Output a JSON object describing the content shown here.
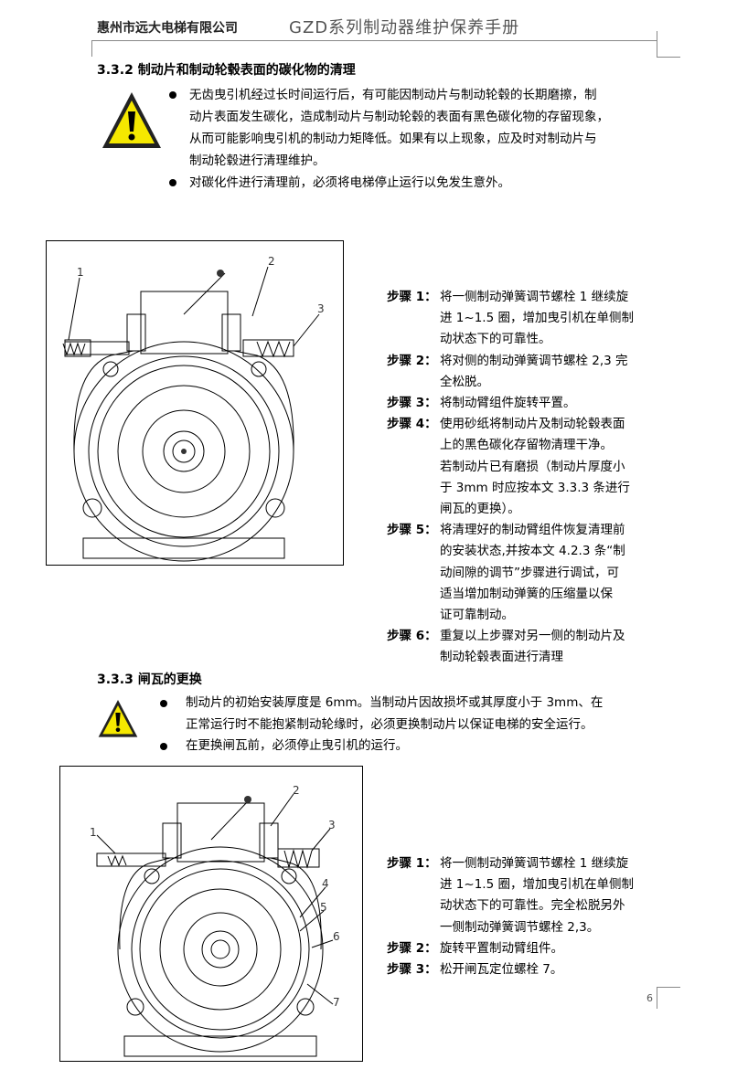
{
  "header": {
    "company": "惠州市远大电梯有限公司",
    "title": "GZD系列制动器维护保养手册"
  },
  "section_332": {
    "title": "3.3.2 制动片和制动轮毂表面的碳化物的清理",
    "bullets": [
      [
        "无齿曳引机经过长时间运行后，有可能因制动片与制动轮毂的长期磨擦，制",
        "动片表面发生碳化，造成制动片与制动轮毂的表面有黑色碳化物的存留现象，",
        "从而可能影响曳引机的制动力矩降低。如果有以上现象，应及时对制动片与",
        "制动轮毂进行清理维护。"
      ],
      [
        "对碳化件进行清理前，必须将电梯停止运行以免发生意外。"
      ]
    ],
    "figure_labels": [
      "1",
      "2",
      "3"
    ],
    "steps": [
      {
        "label": "步骤 1：",
        "lines": [
          "将一侧制动弹簧调节螺栓 1 继续旋",
          "进 1~1.5 圈，增加曳引机在单侧制",
          "动状态下的可靠性。"
        ]
      },
      {
        "label": "步骤 2：",
        "lines": [
          "将对侧的制动弹簧调节螺栓 2,3 完",
          "全松脱。"
        ]
      },
      {
        "label": "步骤 3：",
        "lines": [
          "将制动臂组件旋转平置。"
        ]
      },
      {
        "label": "步骤 4：",
        "lines": [
          "使用砂纸将制动片及制动轮毂表面",
          "上的黑色碳化存留物清理干净。",
          "若制动片已有磨损（制动片厚度小",
          "于 3mm 时应按本文 3.3.3 条进行",
          "闸瓦的更换）。"
        ]
      },
      {
        "label": "步骤 5：",
        "lines": [
          "将清理好的制动臂组件恢复清理前",
          "的安装状态,并按本文 4.2.3 条“制",
          "动间隙的调节”步骤进行调试，可",
          "适当增加制动弹簧的压缩量以保",
          "证可靠制动。"
        ]
      },
      {
        "label": "步骤 6：",
        "lines": [
          "重复以上步骤对另一侧的制动片及",
          "制动轮毂表面进行清理"
        ]
      }
    ]
  },
  "section_333": {
    "title": "3.3.3  闸瓦的更换",
    "bullets": [
      [
        "制动片的初始安装厚度是 6mm。当制动片因故损坏或其厚度小于 3mm、在",
        "正常运行时不能抱紧制动轮缘时，必须更换制动片以保证电梯的安全运行。"
      ],
      [
        "在更换闸瓦前，必须停止曳引机的运行。"
      ]
    ],
    "figure_labels": [
      "1",
      "2",
      "3",
      "4",
      "5",
      "6",
      "7"
    ],
    "steps": [
      {
        "label": "步骤 1：",
        "lines": [
          "将一侧制动弹簧调节螺栓 1 继续旋",
          "进 1~1.5 圈，增加曳引机在单侧制",
          "动状态下的可靠性。完全松脱另外",
          "一侧制动弹簧调节螺栓 2,3。"
        ]
      },
      {
        "label": "步骤 2：",
        "lines": [
          "旋转平置制动臂组件。"
        ]
      },
      {
        "label": "步骤 3：",
        "lines": [
          "松开闸瓦定位螺栓 7。"
        ]
      }
    ]
  },
  "footer": {
    "page_number": "6"
  },
  "colors": {
    "warning_yellow": "#f5e800",
    "rule": "#888888"
  }
}
